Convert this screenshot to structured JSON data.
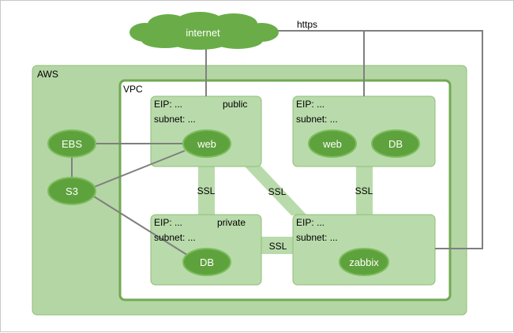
{
  "colors": {
    "aws_fill": "#b4d6a4",
    "aws_border": "#8fbd78",
    "vpc_border": "#71aa52",
    "subnet_fill": "#b9dbab",
    "subnet_border": "#8fbd78",
    "node_fill": "#5ea23d",
    "node_stroke": "#7dbd5c",
    "cloud_fill": "#6aad48",
    "connector_band": "#b9dbab",
    "line": "#7f7f7f"
  },
  "internet": {
    "label": "internet"
  },
  "https_label": "https",
  "aws": {
    "label": "AWS"
  },
  "vpc": {
    "label": "VPC"
  },
  "subnets": {
    "public": {
      "eip": "EIP: ...",
      "subnet": "subnet: ...",
      "tag": "public",
      "node": "web"
    },
    "right_top": {
      "eip": "EIP: ...",
      "subnet": "subnet: ...",
      "nodes": [
        "web",
        "DB"
      ]
    },
    "private": {
      "eip": "EIP: ...",
      "subnet": "subnet: ...",
      "tag": "private",
      "node": "DB"
    },
    "monitor": {
      "eip": "EIP: ...",
      "subnet": "subnet: ...",
      "node": "zabbix"
    }
  },
  "aws_nodes": {
    "ebs": "EBS",
    "s3": "S3"
  },
  "ssl_links": {
    "public_private": "SSL",
    "public_monitor": "SSL",
    "righttop_monitor": "SSL",
    "private_monitor": "SSL"
  }
}
